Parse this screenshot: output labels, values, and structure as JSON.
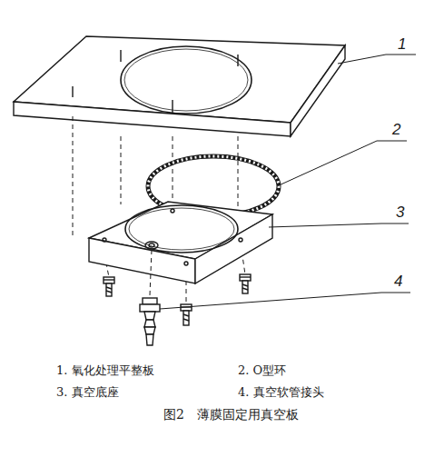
{
  "diagram": {
    "caption": "图2 薄膜固定用真空板",
    "labels": [
      "1",
      "2",
      "3",
      "4",
      "1. 氧化处理平整板",
      "2. O型环",
      "3. 真空底座",
      "4. 真空软管接头"
    ]
  }
}
